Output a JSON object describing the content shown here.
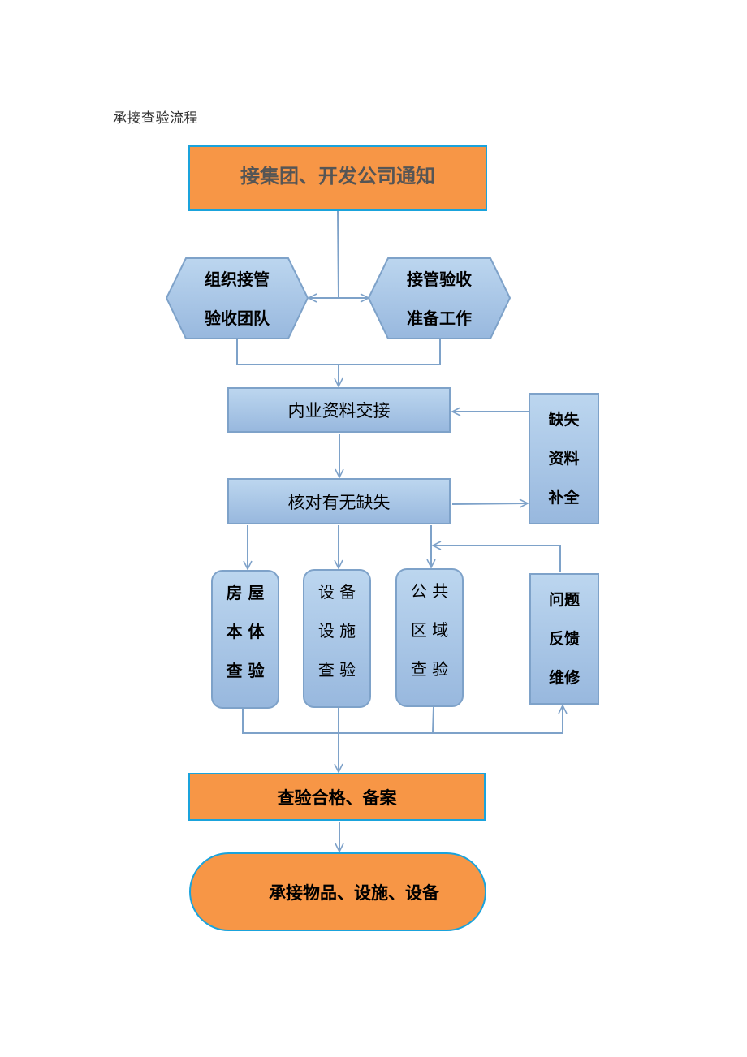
{
  "document_title": "承接查验流程",
  "colors": {
    "terminal_fill": "#f79646",
    "terminal_border": "#1aa3dc",
    "process_fill_top": "#bcd6ef",
    "process_fill_bottom": "#98b8de",
    "process_border": "#7ea2c9",
    "connector": "#7ea2c9"
  },
  "nodes": {
    "notice": {
      "label": "接集团、开发公司通知",
      "shape": "rectangle"
    },
    "organize_team": {
      "lines": [
        "组织接管",
        "验收团队"
      ],
      "shape": "hexagon"
    },
    "prepare_work": {
      "lines": [
        "接管验收",
        "准备工作"
      ],
      "shape": "hexagon"
    },
    "document_handover": {
      "label": "内业资料交接",
      "shape": "rectangle"
    },
    "check_missing": {
      "label": "核对有无缺失",
      "shape": "rectangle"
    },
    "supplement_missing": {
      "lines": [
        "缺失",
        "资料",
        "补全"
      ],
      "shape": "rectangle"
    },
    "house_inspection": {
      "lines": [
        "房 屋",
        "本 体",
        "查 验"
      ],
      "shape": "rounded-rectangle"
    },
    "equipment_inspection": {
      "lines": [
        "设 备",
        "设 施",
        "查 验"
      ],
      "shape": "rounded-rectangle"
    },
    "public_area_inspection": {
      "lines": [
        "公 共",
        "区 域",
        "查 验"
      ],
      "shape": "rounded-rectangle"
    },
    "feedback_repair": {
      "lines": [
        "问题",
        "反馈",
        "维修"
      ],
      "shape": "rectangle"
    },
    "passed_filed": {
      "label": "查验合格、备案",
      "shape": "rectangle"
    },
    "takeover_final": {
      "label": "承接物品、设施、设备",
      "shape": "terminator"
    }
  },
  "edges": [
    {
      "from": "notice",
      "to": [
        "organize_team",
        "prepare_work"
      ]
    },
    {
      "from": [
        "organize_team",
        "prepare_work"
      ],
      "to": "document_handover"
    },
    {
      "from": "document_handover",
      "to": "check_missing"
    },
    {
      "from": "check_missing",
      "to": "supplement_missing"
    },
    {
      "from": "supplement_missing",
      "to": "document_handover"
    },
    {
      "from": "check_missing",
      "to": [
        "house_inspection",
        "equipment_inspection",
        "public_area_inspection"
      ]
    },
    {
      "from": [
        "house_inspection",
        "equipment_inspection",
        "public_area_inspection"
      ],
      "to": [
        "feedback_repair",
        "passed_filed"
      ]
    },
    {
      "from": "feedback_repair",
      "to": "public_area_inspection"
    },
    {
      "from": "passed_filed",
      "to": "takeover_final"
    }
  ]
}
